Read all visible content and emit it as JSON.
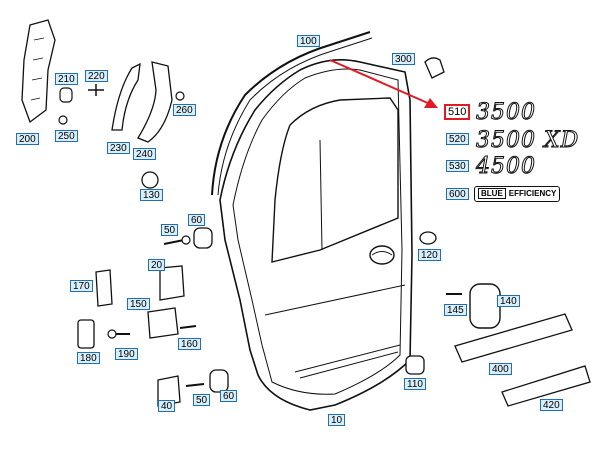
{
  "callouts": {
    "c100": "100",
    "c300": "300",
    "c210": "210",
    "c220": "220",
    "c200": "200",
    "c250": "250",
    "c230": "230",
    "c240": "240",
    "c260": "260",
    "c510": "510",
    "c520": "520",
    "c530": "530",
    "c600": "600",
    "c130": "130",
    "c50a": "50",
    "c60a": "60",
    "c120": "120",
    "c20": "20",
    "c170": "170",
    "c150": "150",
    "c145": "145",
    "c140": "140",
    "c180": "180",
    "c190": "190",
    "c160": "160",
    "c400": "400",
    "c110": "110",
    "c40": "40",
    "c50b": "50",
    "c60b": "60",
    "c420": "420",
    "c10": "10"
  },
  "emblems": {
    "e510": "3500",
    "e520": "3500 XD",
    "e530": "4500",
    "e600_a": "BLUE",
    "e600_b": "EFFICIENCY"
  },
  "colors": {
    "callout_fill": "#d9eefb",
    "callout_border": "#1f6fb2",
    "highlight": "#e01b24"
  }
}
